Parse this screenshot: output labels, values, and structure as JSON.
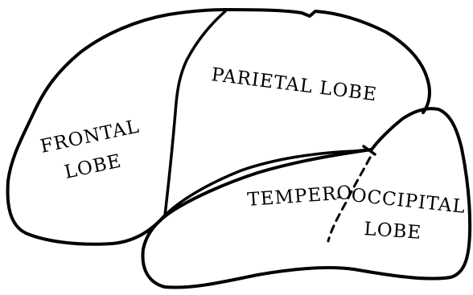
{
  "labels": {
    "frontal_line1": "FRONTAL",
    "frontal_line2": "LOBE",
    "parietal": "PARIETAL LOBE",
    "tempero": "TEMPERO",
    "hyphen": "-",
    "occipital": "OCCIPITAL",
    "occipital_line2": "LOBE"
  },
  "colors": {
    "stroke": "#000000",
    "background": "#ffffff"
  }
}
